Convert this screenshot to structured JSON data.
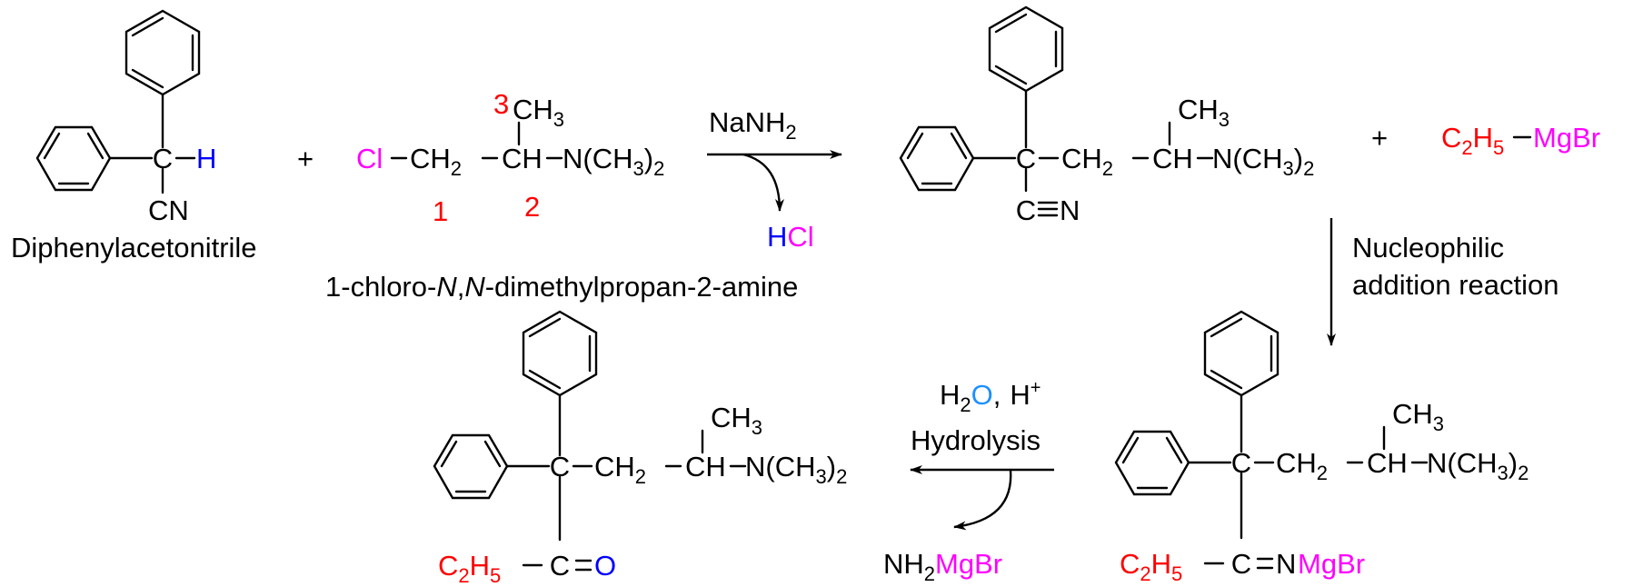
{
  "colors": {
    "magenta": "#ff00ff",
    "red": "#ff0000",
    "blue": "#0000ff",
    "sky": "#1e90ff",
    "black": "#000000"
  },
  "labels": {
    "c": "C",
    "h": "H",
    "cn": "CN",
    "n": "N",
    "o": "O",
    "cl": "Cl",
    "ch_a": "CH",
    "ch_b": "CH",
    "ch3": "CH",
    "ch2": "CH",
    "nme2": "N(CH",
    "sub2": "2",
    "sub3": "3",
    "sub5": "5",
    "c2h5_c": "C",
    "c2h5_h": "H",
    "mg": "MgBr",
    "nh2": "NH",
    "hcl_h": "H",
    "hcl_cl": "Cl",
    "plus": "+",
    "paren2": ")",
    "num1": "1",
    "num2": "2",
    "num3": "3",
    "comma": ",",
    "hplus": "H",
    "sup_plus": "+",
    "water_h": "H",
    "water_o": "O"
  },
  "names": {
    "diphenylacetonitrile": "Diphenylacetonitrile",
    "reagent_prefix": "1-chloro-",
    "reagent_n1": "N",
    "reagent_comma": ",",
    "reagent_n2": "N",
    "reagent_suffix": "-dimethylpropan-2-amine"
  },
  "conditions": {
    "nanh2": "NaNH",
    "nucleophilic_1": "Nucleophilic",
    "nucleophilic_2": "addition reaction",
    "hydrolysis": "Hydrolysis"
  }
}
